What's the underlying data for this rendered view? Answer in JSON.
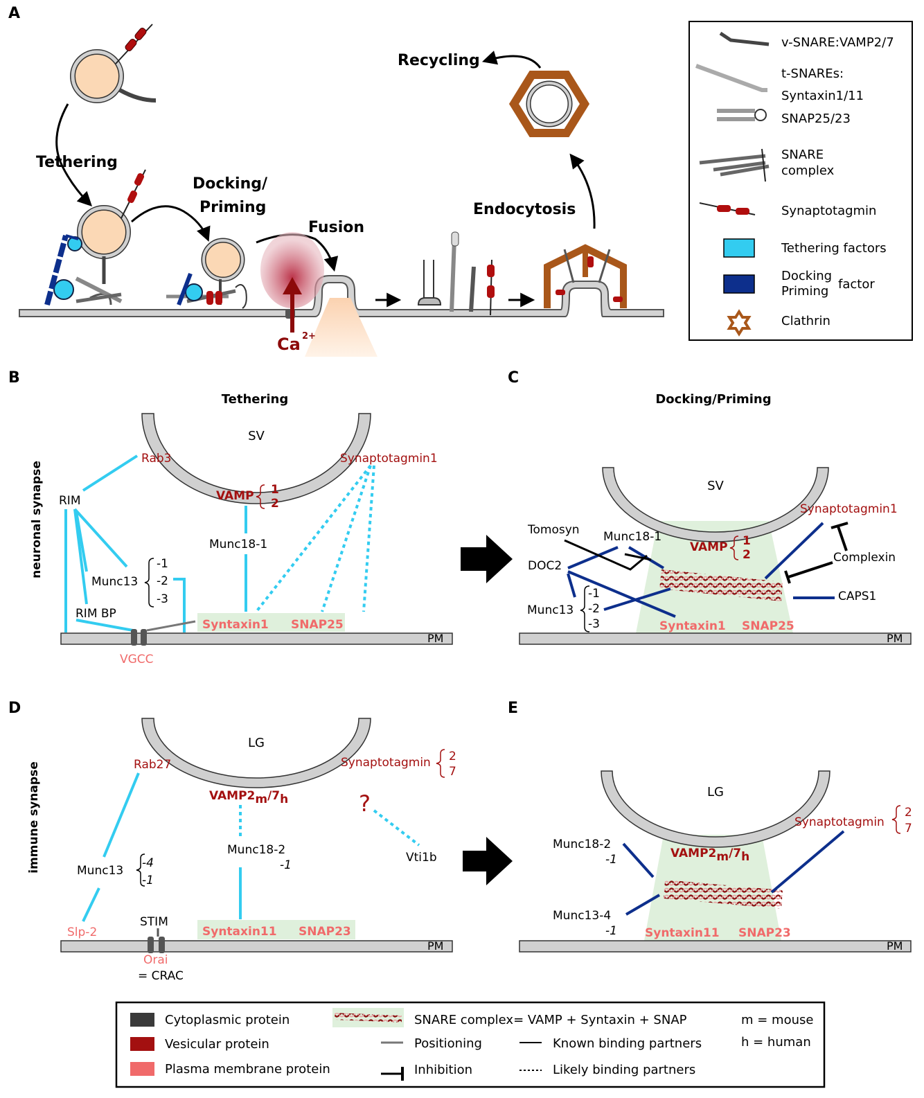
{
  "colors": {
    "tether": "#33ccf0",
    "dock": "#0d2f8c",
    "vesicular": "#a31010",
    "pm_protein": "#f06a6a",
    "cytoplasmic": "#3a3a3a",
    "membrane": "#cfcfcf",
    "vesicle": "#fbd8b5",
    "clathrin": "#a9571a",
    "snare_bg": "#dff0dc"
  },
  "panelA": {
    "letter": "A",
    "steps": {
      "tethering": "Tethering",
      "docking_1": "Docking/",
      "docking_2": "Priming",
      "fusion": "Fusion",
      "endocytosis": "Endocytosis",
      "recycling": "Recycling"
    },
    "ca": "Ca",
    "ca_sup": "2+",
    "legend": {
      "vsnare": "v-SNARE:VAMP2/7",
      "tsnares": "t-SNAREs:",
      "syntaxin": "Syntaxin1/11",
      "snap": "SNAP25/23",
      "snare_1": "SNARE",
      "snare_2": "complex",
      "syt": "Synaptotagmin",
      "tether": "Tethering factors",
      "dock_1": "Docking",
      "dock_2": "Priming",
      "dock_3": "factor",
      "clathrin": "Clathrin"
    }
  },
  "panelB": {
    "letter": "B",
    "title": "Tethering",
    "side": "neuronal synapse",
    "sv": "SV",
    "rab3": "Rab3",
    "syt1": "Synaptotagmin1",
    "rim": "RIM",
    "vamp": "VAMP",
    "vamp_1": "1",
    "vamp_2": "2",
    "munc18": "Munc18-1",
    "munc13": "Munc13",
    "m1": "-1",
    "m2": "-2",
    "m3": "-3",
    "rimbp": "RIM BP",
    "syntaxin1": "Syntaxin1",
    "snap25": "SNAP25",
    "pm": "PM",
    "vgcc": "VGCC"
  },
  "panelC": {
    "letter": "C",
    "title": "Docking/Priming",
    "sv": "SV",
    "tomosyn": "Tomosyn",
    "munc18": "Munc18-1",
    "syt1": "Synaptotagmin1",
    "vamp": "VAMP",
    "vamp_1": "1",
    "vamp_2": "2",
    "doc2": "DOC2",
    "complexin": "Complexin",
    "caps1": "CAPS1",
    "munc13": "Munc13",
    "m1": "-1",
    "m2": "-2",
    "m3": "-3",
    "syntaxin1": "Syntaxin1",
    "snap25": "SNAP25",
    "pm": "PM"
  },
  "panelD": {
    "letter": "D",
    "side": "immune synapse",
    "lg": "LG",
    "rab27": "Rab27",
    "syt": "Synaptotagmin",
    "syt_2": "2",
    "syt_7": "7",
    "vamp_main": "VAMP2",
    "vamp_m": "m",
    "vamp_sep": "/7",
    "vamp_h": "h",
    "question": "?",
    "munc18_2": "Munc18-2",
    "munc18_2b": "-1",
    "vti1b": "Vti1b",
    "munc13": "Munc13",
    "m4": "-4",
    "m1": "-1",
    "stim": "STIM",
    "slp2": "Slp-2",
    "syntaxin11": "Syntaxin11",
    "snap23": "SNAP23",
    "pm": "PM",
    "orai": "Orai",
    "crac": "= CRAC"
  },
  "panelE": {
    "letter": "E",
    "lg": "LG",
    "munc18_2": "Munc18-2",
    "munc18_2b": "-1",
    "syt": "Synaptotagmin",
    "syt_2": "2",
    "syt_7": "7",
    "vamp_main": "VAMP2",
    "vamp_m": "m",
    "vamp_sep": "/7",
    "vamp_h": "h",
    "munc13_4": "Munc13-4",
    "munc13_4b": "-1",
    "syntaxin11": "Syntaxin11",
    "snap23": "SNAP23",
    "pm": "PM"
  },
  "legend": {
    "cytoplasmic": "Cytoplasmic protein",
    "vesicular": "Vesicular protein",
    "pm": "Plasma membrane protein",
    "snare": "SNARE complex= VAMP + Syntaxin + SNAP",
    "positioning": "Positioning",
    "inhibition": "Inhibition",
    "known": "Known binding partners",
    "likely": "Likely binding partners",
    "mouse": "m = mouse",
    "human": "h = human"
  }
}
